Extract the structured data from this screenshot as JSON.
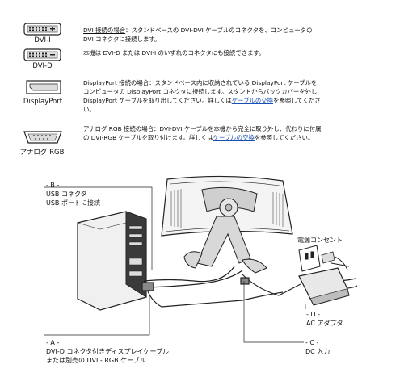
{
  "connectors": [
    {
      "caption": "DVI-I"
    },
    {
      "caption": "DVI-D"
    },
    {
      "caption": "DisplayPort"
    },
    {
      "caption": "アナログ RGB"
    }
  ],
  "instructions": {
    "dvi": {
      "title": "DVI 接続の場合",
      "line1_rest": "：スタンドベースの DVI-DVI ケーブルのコネクタを、コンピュータの",
      "line2": "DVI コネクタに接続します。",
      "note": "本機は DVI-D または DVI-I のいずれのコネクタにも接続できます。"
    },
    "displayport": {
      "title": "DisplayPort 接続の場合",
      "line1_rest": "：スタンドベース内に収納されている DisplayPort ケーブルを",
      "line2": "コンピュータの DisplayPort コネクタに接続します。スタンドからバックカバーを外し",
      "line3_pre": "DisplayPort ケーブルを取り出してください。詳しくは",
      "link": "ケーブルの交換",
      "line3_post": "を参照してくださ",
      "line4": "い。"
    },
    "analog": {
      "title": "アナログ RGB 接続の場合",
      "line1_rest": "：DVI-DVI ケーブルを本機から完全に取り外し、代わりに付属",
      "line2_pre": "の DVI-RGB ケーブルを取り付けます。詳しくは",
      "link": "ケーブルの交換",
      "line2_post": "を参照してください。"
    }
  },
  "diagram": {
    "label_b": {
      "code": "- B -",
      "line1": "USB コネクタ",
      "line2": "USB ポートに接続"
    },
    "label_outlet": "電源コンセント",
    "label_d": {
      "code": "- D -",
      "line1": "AC アダプタ"
    },
    "label_a": {
      "code": "- A -",
      "line1": "DVI-D コネクタ付きディスプレイケーブル",
      "line2": "または別売の DVI - RGB ケーブル"
    },
    "label_c": {
      "code": "- C -",
      "line1": "DC 入力"
    }
  }
}
